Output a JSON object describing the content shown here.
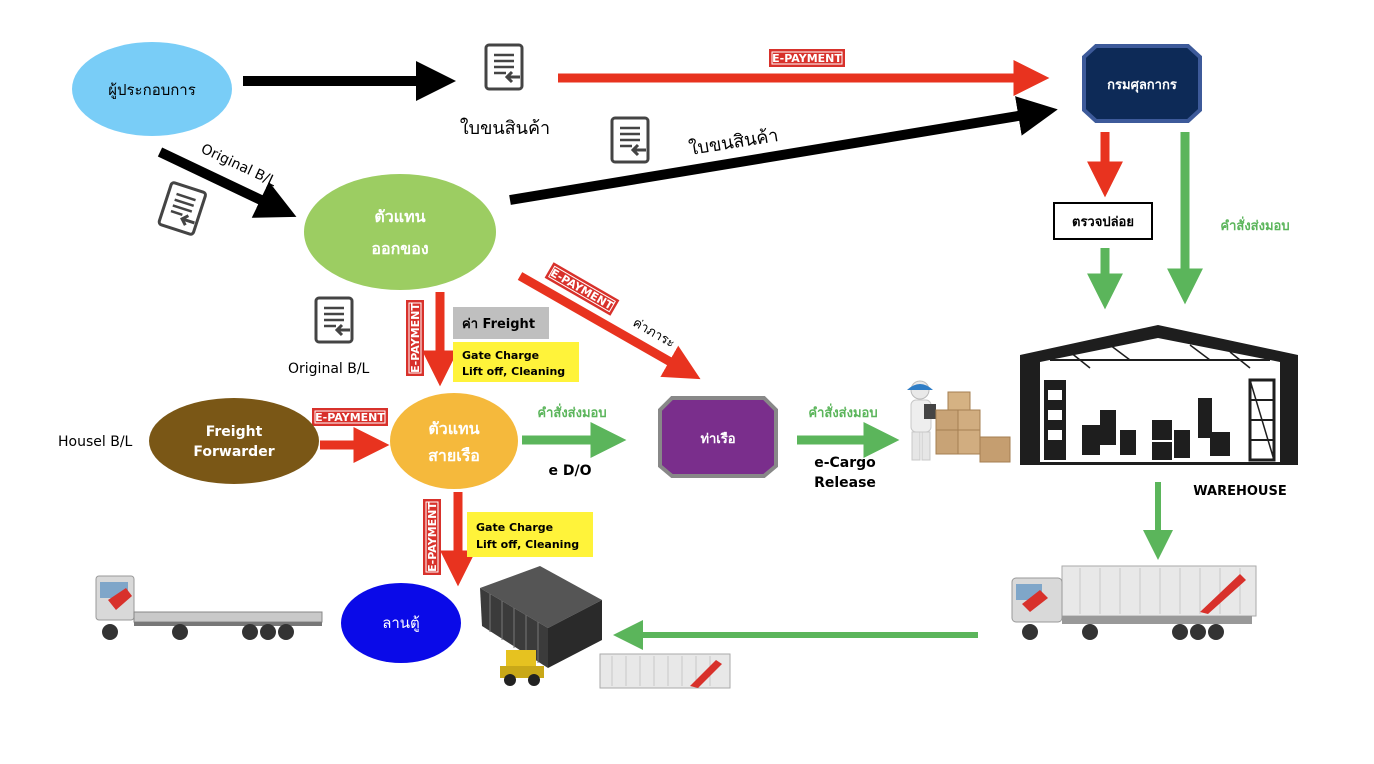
{
  "nodes": {
    "operator": "ผู้ประกอบการ",
    "customs": "กรมศุลกากร",
    "agent_line1": "ตัวแทน",
    "agent_line2": "ออกของ",
    "shipping_line1": "ตัวแทน",
    "shipping_line2": "สายเรือ",
    "ff_line1": "Freight",
    "ff_line2": "Forwarder",
    "port": "ท่าเรือ",
    "yard": "ลานตู้",
    "inspect": "ตรวจปล่อย",
    "warehouse": "WAREHOUSE"
  },
  "labels": {
    "invoice_top": "ใบขนสินค้า",
    "invoice_mid": "ใบขนสินค้า",
    "original_bl_diag": "Original  B/L",
    "original_bl_left": "Original  B/L",
    "house_bl": "Housel  B/L",
    "epayment": "E-PAYMENT",
    "freight_box": "ค่า Freight",
    "gate_charge": "Gate Charge",
    "lift_off": "Lift off, Cleaning",
    "handling_fee": "ค่าภาระ",
    "delivery_order_1": "คำสั่งส่งมอบ",
    "delivery_order_2": "คำสั่งส่งมอบ",
    "delivery_order_3": "คำสั่งส่งมอบ",
    "edo": "e D/O",
    "ecargo_line1": "e-Cargo",
    "ecargo_line2": "Release"
  },
  "colors": {
    "operator": "#79cdf7",
    "customs": "#0d2a57",
    "agent": "#9ccd62",
    "shipping": "#f5b93c",
    "forwarder": "#7a5716",
    "port": "#7a2e8c",
    "yard": "#0a0ae8",
    "red_arrow": "#e8331f",
    "green_arrow": "#5bb55b",
    "tag_red": "#d8312b",
    "yellow_box": "#fff33a",
    "grey_box": "#bfbfbf"
  },
  "icons": [
    "document-icon",
    "truck-icon",
    "container-truck-icon",
    "forklift-container-icon",
    "container-icon",
    "warehouse-icon",
    "worker-boxes-icon"
  ]
}
